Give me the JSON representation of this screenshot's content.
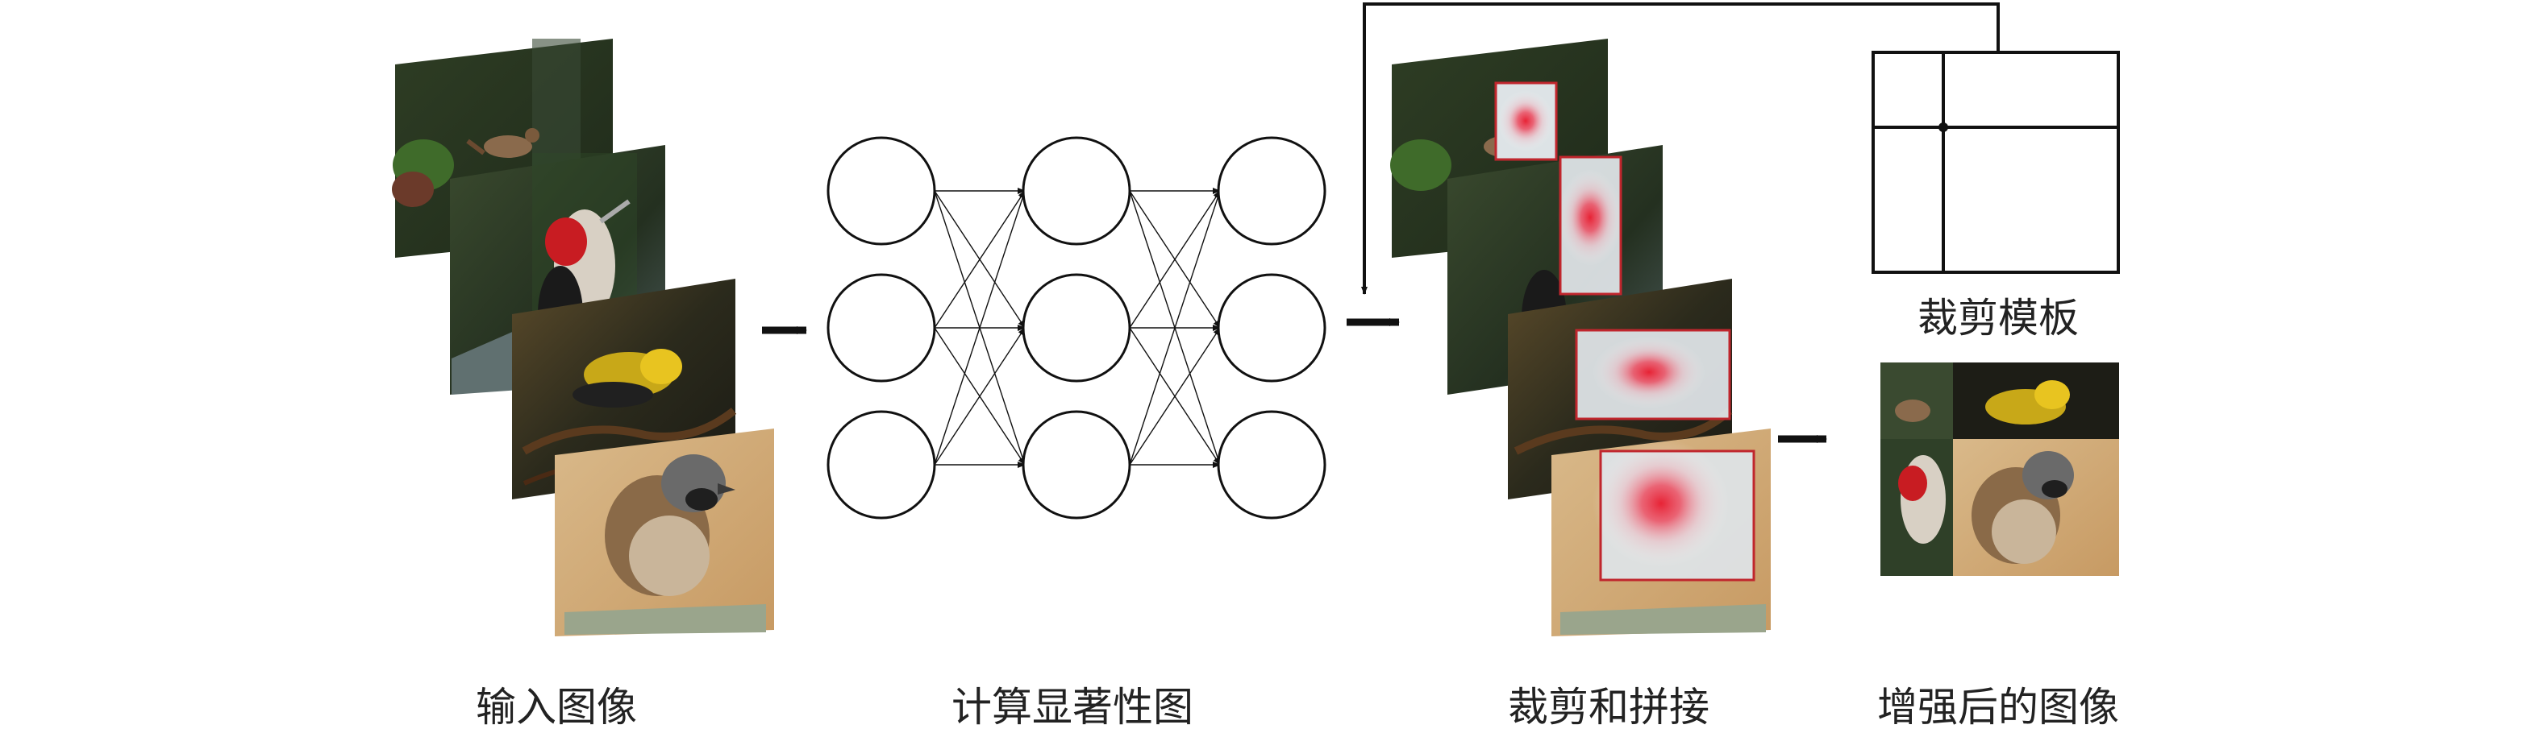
{
  "captions": {
    "input_images": "输入图像",
    "saliency_map": "计算显著性图",
    "crop_and_stitch": "裁剪和拼接",
    "crop_template": "裁剪模板",
    "augmented_image": "增强后的图像"
  },
  "network": {
    "layers": 3,
    "nodes_per_layer": 3
  },
  "colors": {
    "saliency_red": "#e8192c",
    "crop_border": "#c0262d",
    "line": "#111111"
  },
  "images": [
    {
      "name": "wren-photo",
      "subject": "wren"
    },
    {
      "name": "woodpecker-photo",
      "subject": "red-bellied woodpecker"
    },
    {
      "name": "warbler-photo",
      "subject": "black-throated warbler"
    },
    {
      "name": "sparrow-photo",
      "subject": "house sparrow"
    }
  ]
}
